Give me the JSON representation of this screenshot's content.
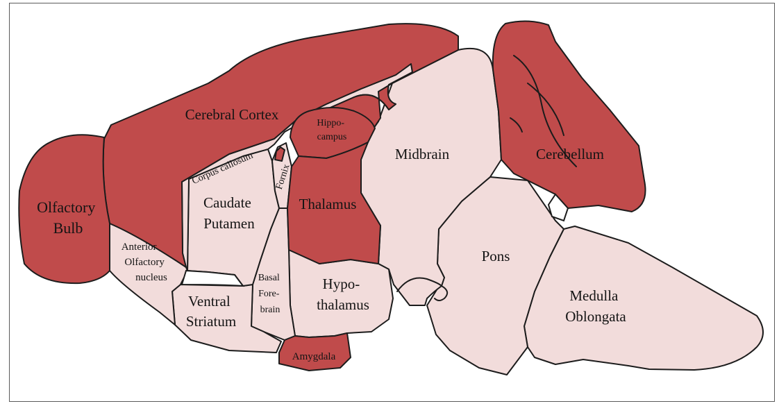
{
  "colors": {
    "highlight": "#c04b4b",
    "base": "#f2dcdb",
    "outline": "#1c1c1c"
  },
  "labels": {
    "cerebral_cortex": "Cerebral Cortex",
    "olfactory_bulb": [
      "Olfactory",
      "Bulb"
    ],
    "anterior_olfactory_nucleus": [
      "Anterior",
      "Olfactory",
      "nucleus"
    ],
    "corpus_callosum": "Corpus callosum",
    "caudate_putamen": [
      "Caudate",
      "Putamen"
    ],
    "fornix": "Fornix",
    "hippocampus": [
      "Hippo-",
      "campus"
    ],
    "thalamus": "Thalamus",
    "midbrain": "Midbrain",
    "cerebellum": "Cerebellum",
    "pons": "Pons",
    "medulla_oblongata": [
      "Medulla",
      "Oblongata"
    ],
    "ventral_striatum": [
      "Ventral",
      "Striatum"
    ],
    "basal_forebrain": [
      "Basal",
      "Fore-",
      "brain"
    ],
    "hypothalamus": [
      "Hypo-",
      "thalamus"
    ],
    "amygdala": "Amygdala"
  }
}
